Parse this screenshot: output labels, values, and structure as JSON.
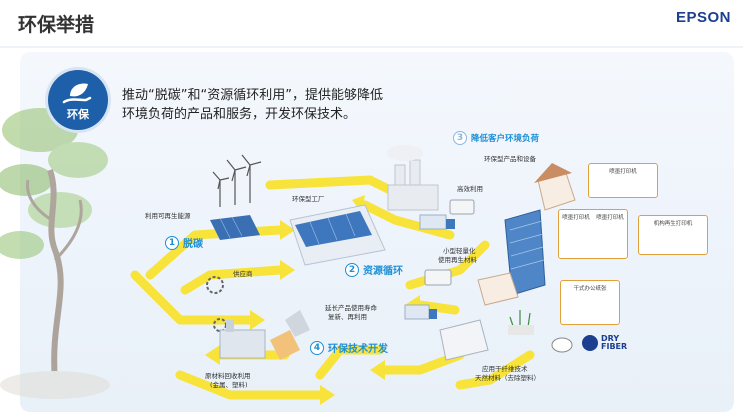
{
  "header": {
    "title": "环保举措",
    "brand": "EPSON"
  },
  "badge": {
    "label": "环保",
    "icon": "leaf-hand-icon"
  },
  "intro": {
    "line1": "推动“脱碳”和“资源循环利用”，提供能够降低",
    "line2": "环境负荷的产品和服务，开发环保技术。"
  },
  "steps": [
    {
      "num": "1",
      "label": "脱碳"
    },
    {
      "num": "2",
      "label": "资源循环"
    },
    {
      "num": "3",
      "label": "降低客户环境负荷"
    },
    {
      "num": "4",
      "label": "环保技术开发"
    }
  ],
  "labels": {
    "renewable": "利用可再生能源",
    "factory": "环保型工厂",
    "supplier": "供应商",
    "efficient": "高效利用",
    "eco_products": "环保型产品和设备",
    "compact1": "小型轻量化",
    "compact2": "使用再生材料",
    "extend1": "延长产品使用寿命",
    "extend2": "复新、再利用",
    "raw1": "原材料回收利用",
    "raw2": "(金属、塑料)",
    "dryfiber1": "应用干纤维技术",
    "dryfiber2": "天然材料（去除塑料）",
    "card_printer": "喷墨打印机",
    "card_flow_a": "喷墨打印机",
    "card_flow_b": "喷墨打印机",
    "card_flow_c": "机构再生打印机",
    "card_paperlab": "干式办公纸张",
    "dry_logo_1": "DRY",
    "dry_logo_2": "FIBER"
  },
  "colors": {
    "accent": "#1d5fa8",
    "step_blue": "#1d8fd6",
    "arrow_yellow": "#f7e33a",
    "brand": "#1d3f8f"
  }
}
